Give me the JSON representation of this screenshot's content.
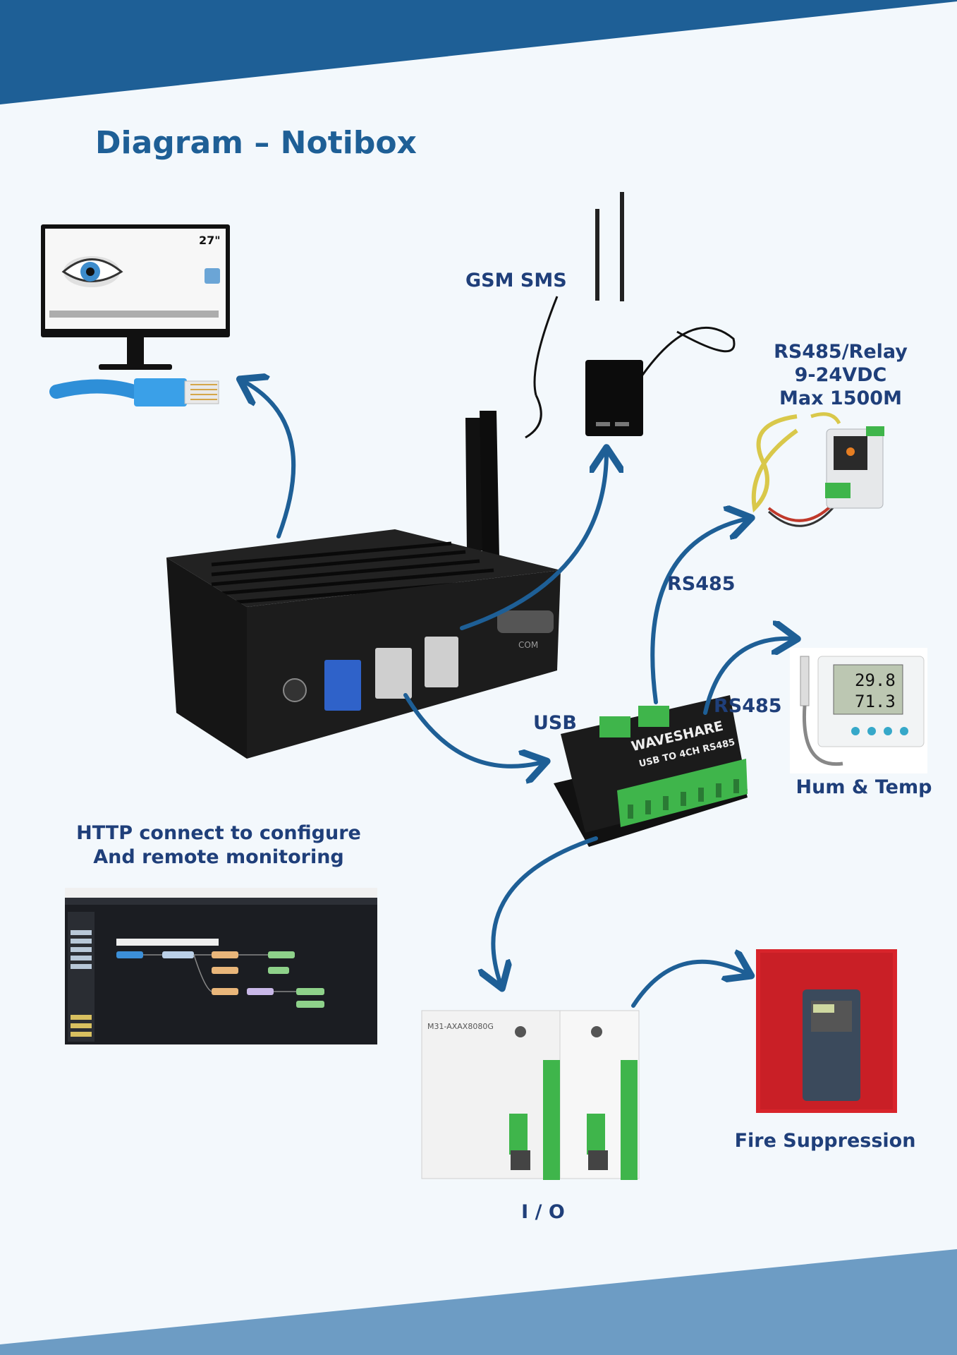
{
  "title": "Diagram – Notibox",
  "labels": {
    "gsm": "GSM SMS",
    "rs485_relay_1": "RS485/Relay",
    "rs485_relay_2": "9-24VDC",
    "rs485_relay_3": "Max 1500M",
    "rs485_a": "RS485",
    "rs485_b": "RS485",
    "usb": "USB",
    "hum_temp": "Hum & Temp",
    "http_1": "HTTP connect to configure",
    "http_2": "And remote monitoring",
    "fire": "Fire Suppression",
    "io": "I / O"
  },
  "device_text": {
    "monitor_size": "27\"",
    "com_port": "COM",
    "waveshare_brand": "WAVESHARE",
    "waveshare_model": "USB TO 4CH RS485",
    "io_model": "M31-AXAX8080G",
    "sensor_line1": "29.8",
    "sensor_line2": "71.3"
  },
  "colors": {
    "band_top": "#1e5f96",
    "band_bottom": "#6d9cc4",
    "arrow": "#1e5f96",
    "label": "#1f3f7a",
    "background": "#f3f8fc"
  }
}
